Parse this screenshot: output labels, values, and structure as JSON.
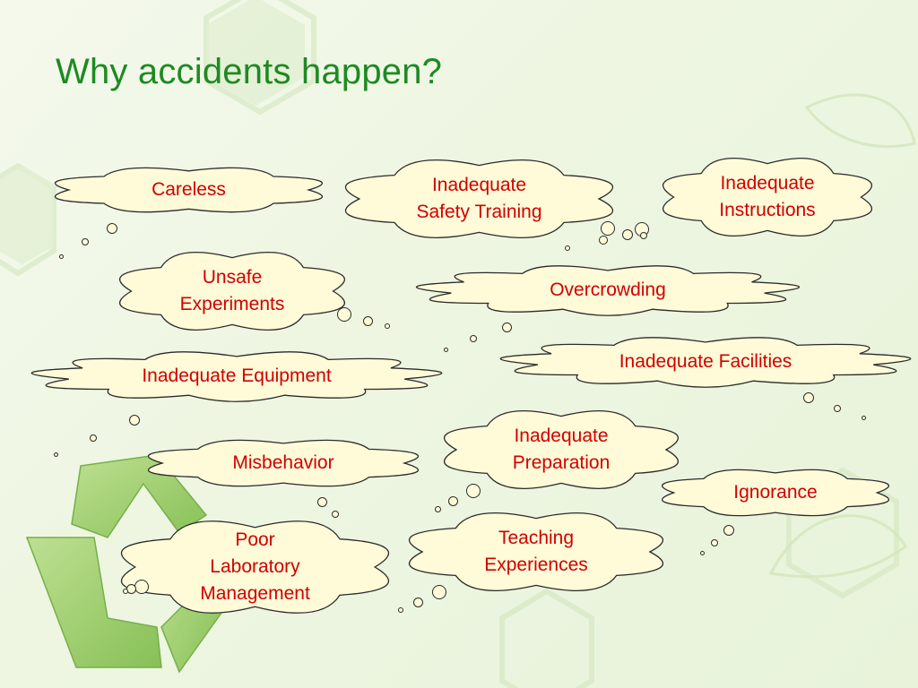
{
  "slide": {
    "title": "Why accidents happen?",
    "clouds": [
      {
        "id": "careless",
        "label": "Careless"
      },
      {
        "id": "inadequate-safety-training",
        "label": "Inadequate\nSafety Training"
      },
      {
        "id": "inadequate-instructions",
        "label": "Inadequate\nInstructions"
      },
      {
        "id": "unsafe-experiments",
        "label": "Unsafe\nExperiments"
      },
      {
        "id": "overcrowding",
        "label": "Overcrowding"
      },
      {
        "id": "inadequate-equipment",
        "label": "Inadequate Equipment"
      },
      {
        "id": "inadequate-facilities",
        "label": "Inadequate Facilities"
      },
      {
        "id": "inadequate-preparation",
        "label": "Inadequate\nPreparation"
      },
      {
        "id": "misbehavior",
        "label": "Misbehavior"
      },
      {
        "id": "ignorance",
        "label": "Ignorance"
      },
      {
        "id": "poor-laboratory-management",
        "label": "Poor\nLaboratory\nManagement"
      },
      {
        "id": "teaching-experiences",
        "label": "Teaching\nExperiences"
      }
    ]
  },
  "colors": {
    "title": "#1e8a22",
    "cloud_fill": "#fffbd8",
    "cloud_stroke": "#2b2b2b",
    "label": "#d10000",
    "background": "#eef6e2",
    "recycle_arrow": "#8fc65a"
  },
  "icons": [
    "recycle-icon",
    "hexagon-pattern"
  ]
}
